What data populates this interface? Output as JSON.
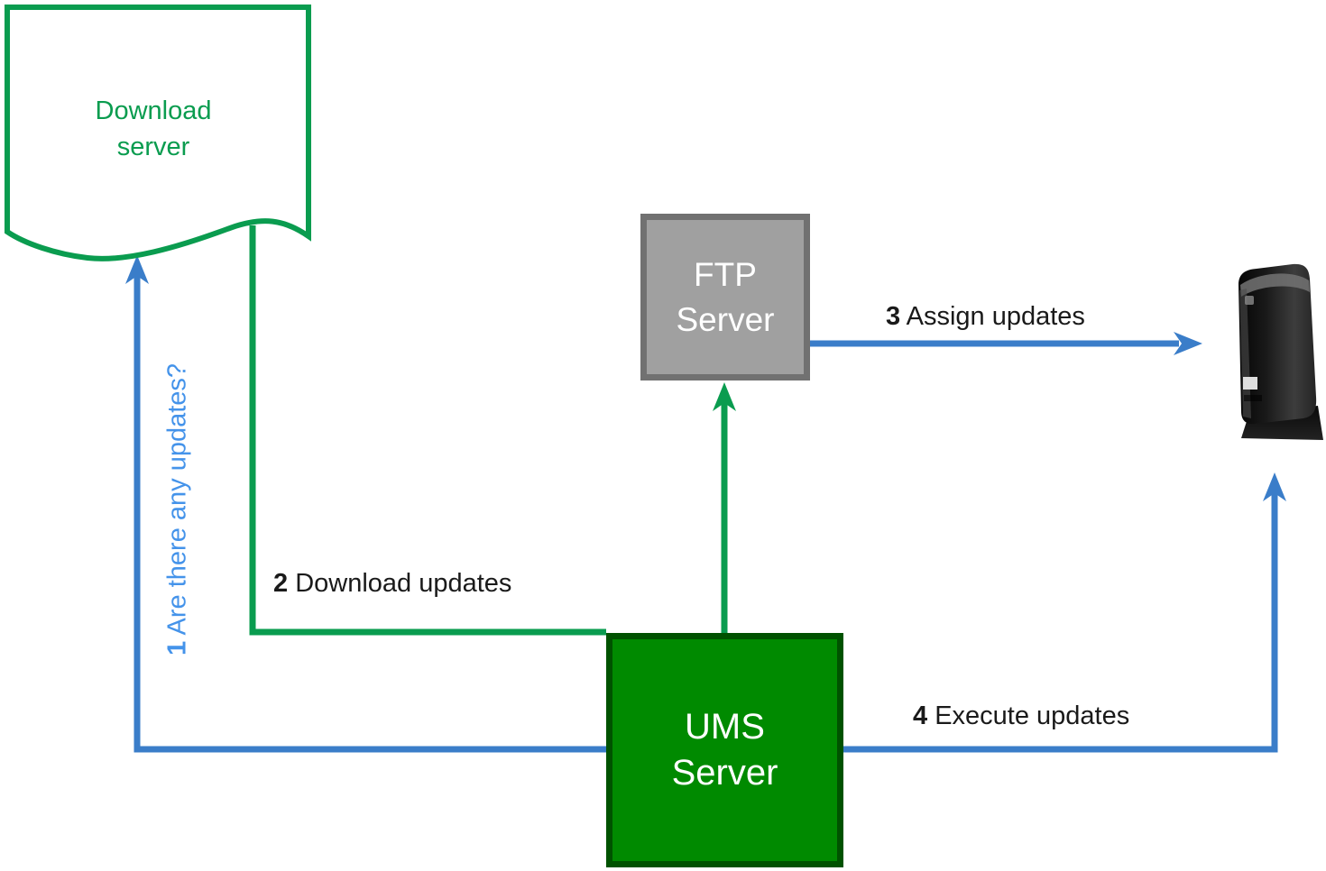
{
  "nodes": {
    "download_server": {
      "line1": "Download",
      "line2": "server"
    },
    "ftp_server": {
      "line1": "FTP",
      "line2": "Server"
    },
    "ums_server": {
      "line1": "UMS",
      "line2": "Server"
    },
    "thin_client": {
      "name": "thin client device"
    }
  },
  "labels": {
    "step1": {
      "number": "1",
      "text": "Are there any updates?"
    },
    "step2": {
      "number": "2",
      "text": "Download updates"
    },
    "step3": {
      "number": "3",
      "text": "Assign updates"
    },
    "step4": {
      "number": "4",
      "text": "Execute updates"
    }
  },
  "colors": {
    "green_line": "#0a9c4f",
    "blue_line": "#3a7dc9",
    "blue_text": "#4493ea",
    "ums_fill": "#008a00",
    "ums_border": "#005200",
    "ftp_fill": "#a0a0a0",
    "ftp_border": "#717171",
    "label_text": "#1a1a1a"
  }
}
